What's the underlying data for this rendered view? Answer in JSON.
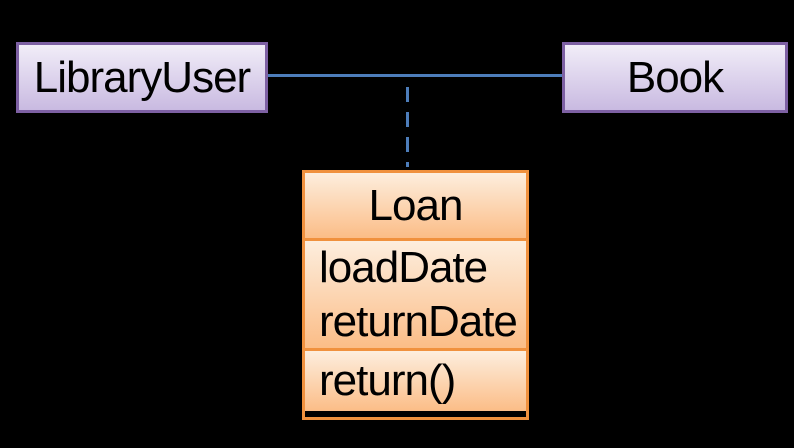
{
  "diagram": {
    "type": "uml-association-class",
    "background": "#000000",
    "classes": {
      "library_user": {
        "name": "LibraryUser"
      },
      "book": {
        "name": "Book"
      },
      "loan": {
        "name": "Loan",
        "attributes": [
          "loadDate",
          "returnDate"
        ],
        "operations": [
          "return()"
        ]
      }
    },
    "relationships": {
      "association": {
        "from": "LibraryUser",
        "to": "Book",
        "style": "solid"
      },
      "association_class_link": {
        "from": "association",
        "to": "Loan",
        "style": "dashed"
      }
    },
    "colors": {
      "bg": "#000000",
      "class_border": "#7D60A3",
      "class_fill_top": "#F1EDF8",
      "class_fill_bottom": "#C9BAE1",
      "assoc_border": "#F0913E",
      "assoc_fill_top": "#FDEEDE",
      "assoc_fill_bottom": "#FBBD87",
      "line": "#4D7DBA",
      "text": "#000000"
    }
  }
}
